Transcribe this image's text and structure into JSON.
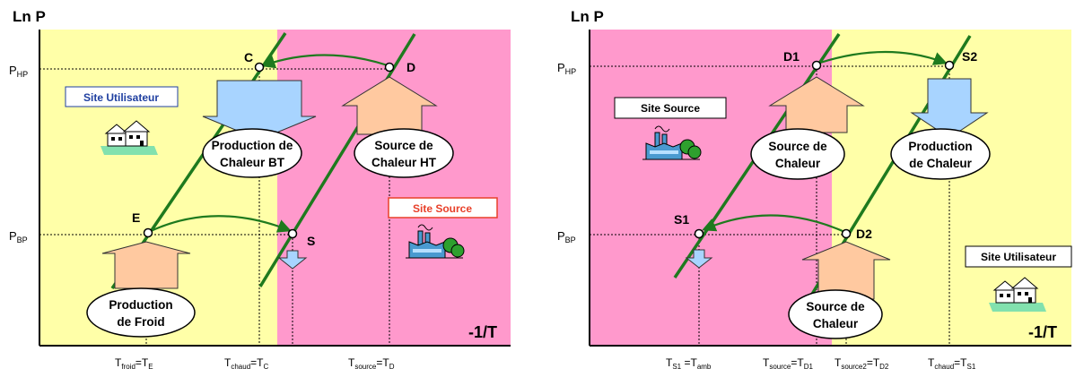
{
  "left": {
    "y_axis_label": "Ln P",
    "x_axis_label": "-1/T",
    "p_hp": {
      "main": "P",
      "sub": "HP"
    },
    "p_bp": {
      "main": "P",
      "sub": "BP"
    },
    "points": {
      "C": "C",
      "D": "D",
      "E": "E",
      "S": "S"
    },
    "site_user": "Site Utilisateur",
    "site_source": "Site Source",
    "ellipse_prod_chaleur": [
      "Production de",
      "Chaleur BT"
    ],
    "ellipse_source_chaleur": [
      "Source de",
      "Chaleur HT"
    ],
    "ellipse_prod_froid": [
      "Production",
      "de Froid"
    ],
    "t_froid": {
      "t1": "T",
      "s1": "froid",
      "eq": "=T",
      "s2": "E"
    },
    "t_chaud": {
      "t1": "T",
      "s1": "chaud",
      "eq": "=T",
      "s2": "C"
    },
    "t_source": {
      "t1": "T",
      "s1": "source",
      "eq": "=T",
      "s2": "D"
    }
  },
  "right": {
    "y_axis_label": "Ln P",
    "x_axis_label": "-1/T",
    "p_hp": {
      "main": "P",
      "sub": "HP"
    },
    "p_bp": {
      "main": "P",
      "sub": "BP"
    },
    "points": {
      "D1": "D1",
      "S2": "S2",
      "S1": "S1",
      "D2": "D2"
    },
    "site_source": "Site Source",
    "site_user": "Site Utilisateur",
    "ellipse_source_chaleur_top": [
      "Source de",
      "Chaleur"
    ],
    "ellipse_prod_chaleur": [
      "Production",
      "de Chaleur"
    ],
    "ellipse_source_chaleur_bottom": [
      "Source de",
      "Chaleur"
    ],
    "t_s1": {
      "t1": "T",
      "s1": "S1",
      "eq": " =T",
      "s2": "amb"
    },
    "t_source1": {
      "t1": "T",
      "s1": "source",
      "eq": "=T",
      "s2": "D1"
    },
    "t_source2": {
      "t1": "T",
      "s1": "source2",
      "eq": "=T",
      "s2": "D2"
    },
    "t_chaud": {
      "t1": "T",
      "s1": "chaud",
      "eq": "=T",
      "s2": "S1"
    }
  },
  "colors": {
    "yellow": "#ffffa8",
    "pink": "#ff99cc",
    "line_green": "#1e7a1e",
    "arrow_orange": "#ffc9a0",
    "arrow_blue": "#a8d4ff",
    "site_user_text": "#1f3fa0",
    "site_source_text": "#e8402a"
  }
}
